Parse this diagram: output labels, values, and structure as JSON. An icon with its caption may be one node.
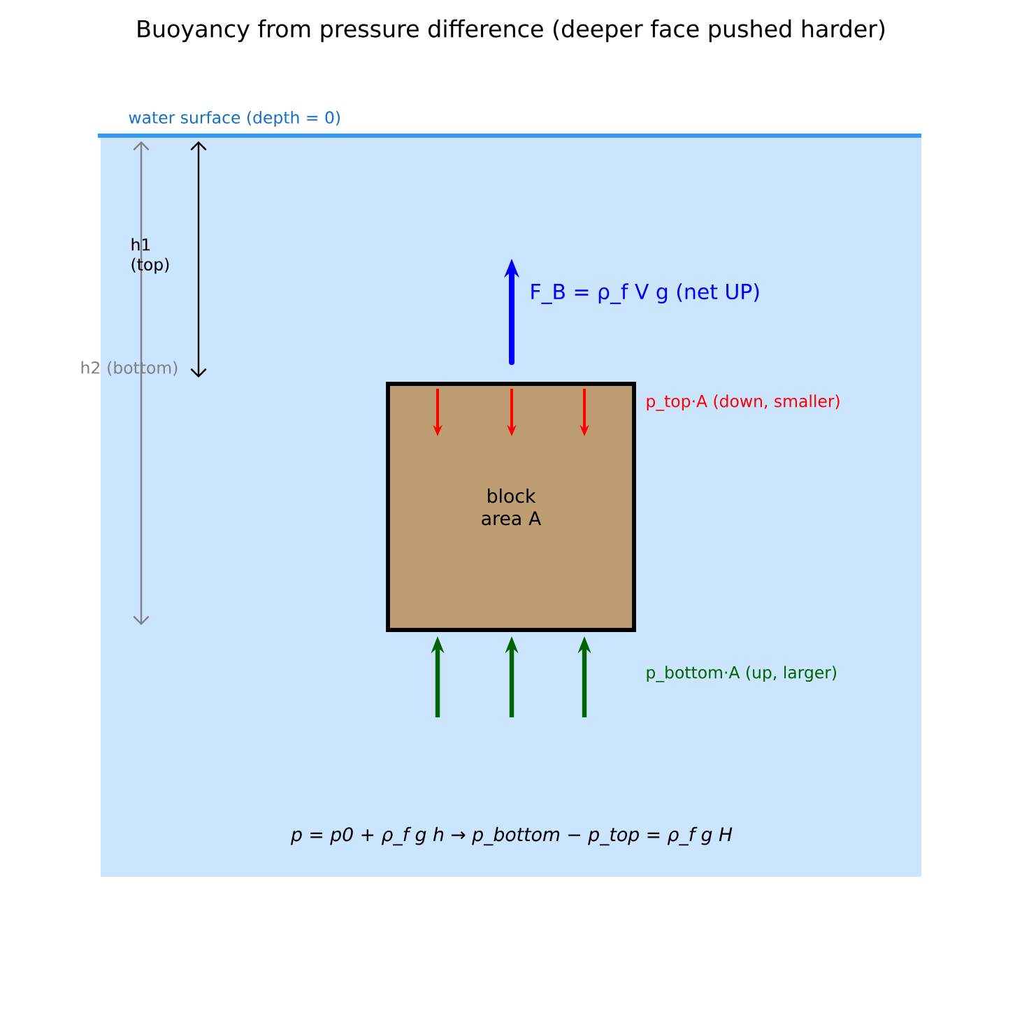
{
  "diagram": {
    "title": "Buoyancy from pressure difference (deeper face pushed harder)",
    "nodes": [
      {
        "text": [
          "block area A"
        ]
      }
    ],
    "labels": [
      "water surface (depth = 0)",
      "h1 (top)",
      "h2 (bottom)",
      "F_B = ρ_f V g (net UP)",
      "p_top·A (down, smaller)",
      "p_bottom·A (up, larger)",
      "p = p0 + ρ_f g h → p_bottom − p_top = ρ_f g H"
    ]
  }
}
